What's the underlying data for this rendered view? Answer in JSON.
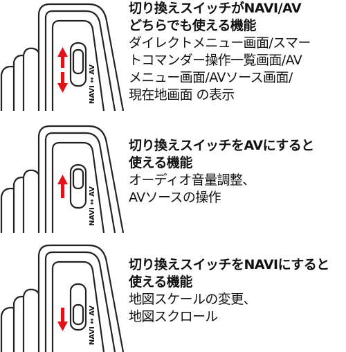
{
  "switch_label": "NAVI ↔ AV",
  "colors": {
    "arrow": "#e0121a",
    "outline": "#222222",
    "device_fill": "#ffffff"
  },
  "sections": [
    {
      "id": "both",
      "heading_lines": [
        "切り換えスイッチがNAVI/AV",
        "どちらでも使える機能"
      ],
      "body_lines": [
        "ダイレクトメニュー画面/スマー",
        "トコマンダー操作一覧画面/AV",
        "メニュー画面/AVソース画面/",
        "現在地画面 の表示"
      ],
      "arrows": [
        "up",
        "down"
      ]
    },
    {
      "id": "av",
      "heading_lines": [
        "切り換えスイッチをAVにすると",
        "使える機能"
      ],
      "body_lines": [
        "オーディオ音量調整、",
        "AVソースの操作"
      ],
      "arrows": [
        "up"
      ]
    },
    {
      "id": "navi",
      "heading_lines": [
        "切り換えスイッチをNAVIにすると",
        "使える機能"
      ],
      "body_lines": [
        "地図スケールの変更、",
        "地図スクロール"
      ],
      "arrows": [
        "down"
      ]
    }
  ]
}
